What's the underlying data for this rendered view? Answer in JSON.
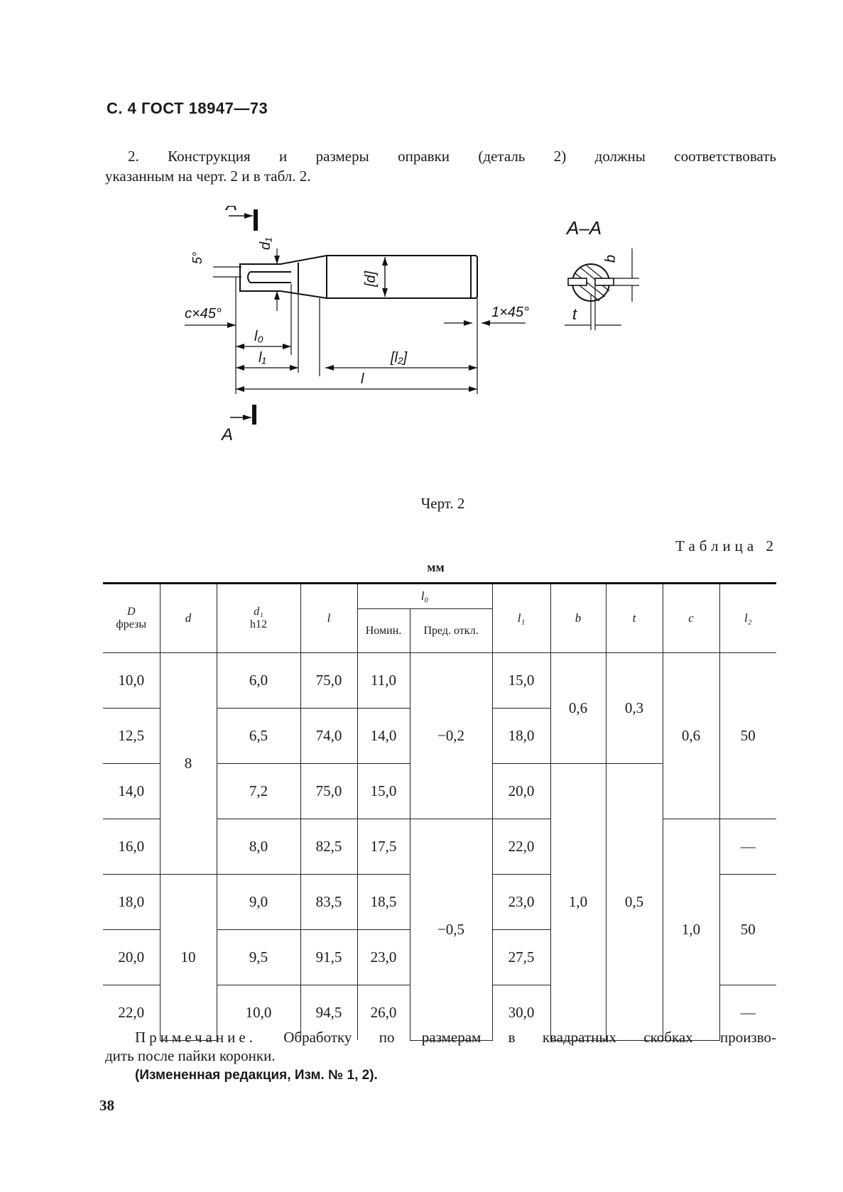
{
  "header": {
    "text": "С. 4 ГОСТ 18947—73"
  },
  "intro": {
    "line1": "2. Конструкция и размеры оправки (деталь 2) должны соответствовать",
    "line2": "указанным на черт. 2 и в табл. 2."
  },
  "drawing": {
    "labels": {
      "section_mark_top": "А",
      "section_mark_bottom": "А",
      "section_view_title": "А–А",
      "angle": "5°",
      "d1": "d₁",
      "d": "[d]",
      "chamfer_c": "c×45°",
      "chamfer_end": "1×45°",
      "l0": "l₀",
      "l1": "l₁",
      "l2": "[l₂]",
      "l": "l",
      "b": "b",
      "t": "t"
    },
    "caption": "Черт. 2"
  },
  "table": {
    "title": "Таблица 2",
    "units": "мм",
    "headers": {
      "D": "D",
      "D_sub": "фрезы",
      "d": "d",
      "d1": "d₁",
      "d1_sub": "h12",
      "l": "l",
      "l0": "l₀",
      "l0_nom": "Номин.",
      "l0_tol": "Пред. откл.",
      "l1": "l₁",
      "b": "b",
      "t": "t",
      "c": "c",
      "l2": "l₂"
    },
    "rows": [
      {
        "D": "10,0",
        "d1": "6,0",
        "l": "75,0",
        "l0": "11,0",
        "l1": "15,0"
      },
      {
        "D": "12,5",
        "d1": "6,5",
        "l": "74,0",
        "l0": "14,0",
        "l1": "18,0"
      },
      {
        "D": "14,0",
        "d1": "7,2",
        "l": "75,0",
        "l0": "15,0",
        "l1": "20,0"
      },
      {
        "D": "16,0",
        "d1": "8,0",
        "l": "82,5",
        "l0": "17,5",
        "l1": "22,0"
      },
      {
        "D": "18,0",
        "d1": "9,0",
        "l": "83,5",
        "l0": "18,5",
        "l1": "23,0"
      },
      {
        "D": "20,0",
        "d1": "9,5",
        "l": "91,5",
        "l0": "23,0",
        "l1": "27,5"
      },
      {
        "D": "22,0",
        "d1": "10,0",
        "l": "94,5",
        "l0": "26,0",
        "l1": "30,0"
      }
    ],
    "merged": {
      "d_a": "8",
      "d_b": "10",
      "tol_a": "−0,2",
      "tol_b": "−0,5",
      "b_a": "0,6",
      "b_b": "1,0",
      "t_a": "0,3",
      "t_b": "0,5",
      "c_a": "0,6",
      "c_b": "1,0",
      "l2_a": "50",
      "l2_b": "—",
      "l2_c": "50",
      "l2_d": "—"
    }
  },
  "note": {
    "label": "Примечание.",
    "text1": " Обработку по размерам в квадратных скобках произво-",
    "text2": "дить после пайки коронки."
  },
  "amendment": "(Измененная редакция, Изм. № 1, 2).",
  "page_number": "38"
}
